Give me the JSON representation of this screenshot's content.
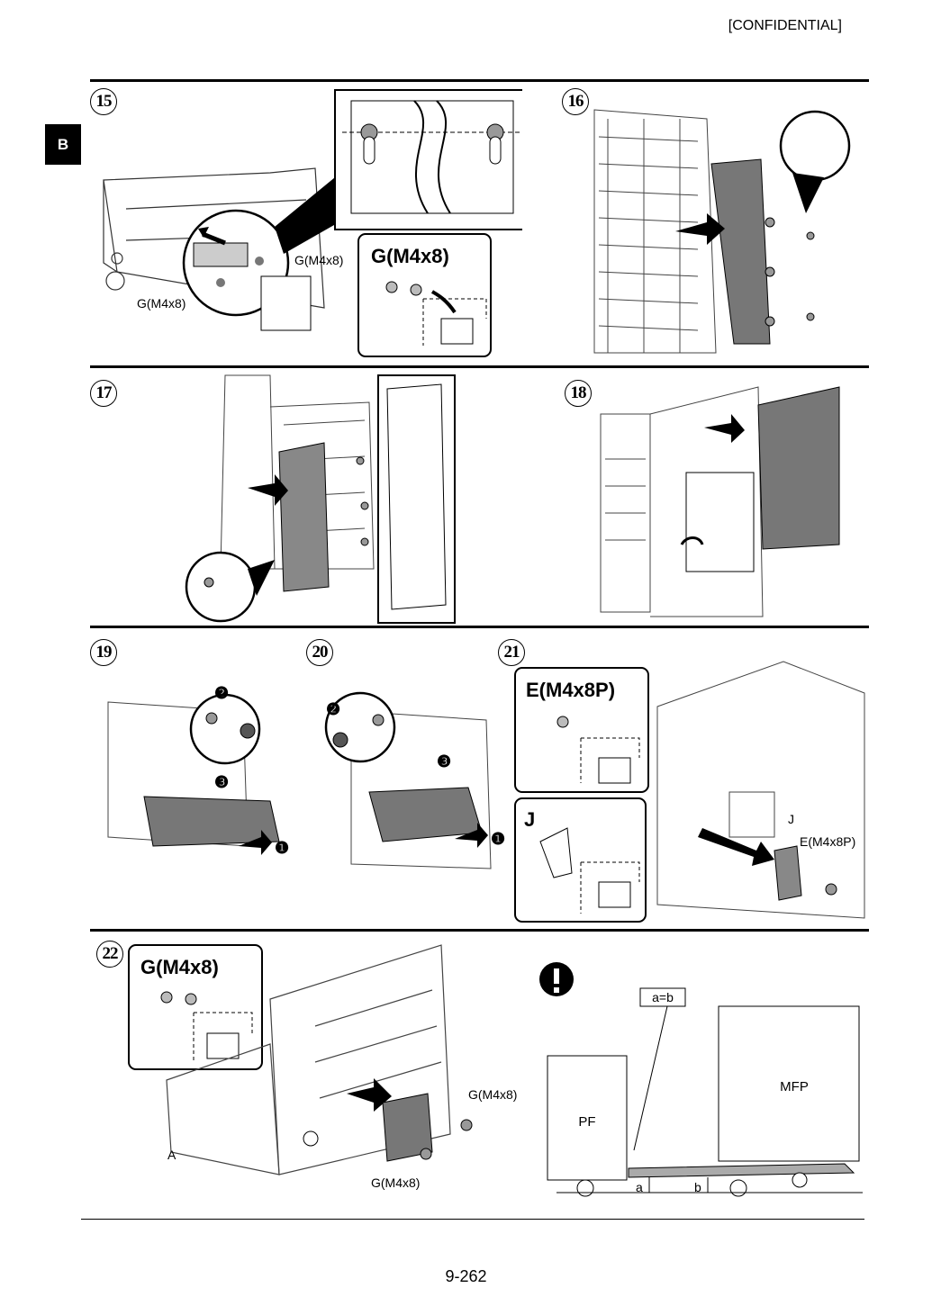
{
  "header": {
    "confidential": "[CONFIDENTIAL]"
  },
  "section_tab": "B",
  "steps": [
    {
      "number": "15",
      "labels": [
        "G(M4x8)",
        "G(M4x8)"
      ],
      "box_title": "G(M4x8)"
    },
    {
      "number": "16"
    },
    {
      "number": "17"
    },
    {
      "number": "18"
    },
    {
      "number": "19",
      "callouts": [
        "❷",
        "❸",
        "❶"
      ]
    },
    {
      "number": "20",
      "callouts": [
        "❷",
        "❸",
        "❶"
      ]
    },
    {
      "number": "21",
      "box_title_1": "E(M4x8P)",
      "box_title_2": "J",
      "labels": [
        "J",
        "E(M4x8P)"
      ]
    },
    {
      "number": "22",
      "box_title": "G(M4x8)",
      "labels": [
        "G(M4x8)",
        "G(M4x8)",
        "A"
      ],
      "diagram": {
        "equation": "a=b",
        "left_unit": "PF",
        "right_unit": "MFP",
        "gap_a": "a",
        "gap_b": "b"
      }
    }
  ],
  "footer": {
    "page_number": "9-262"
  }
}
